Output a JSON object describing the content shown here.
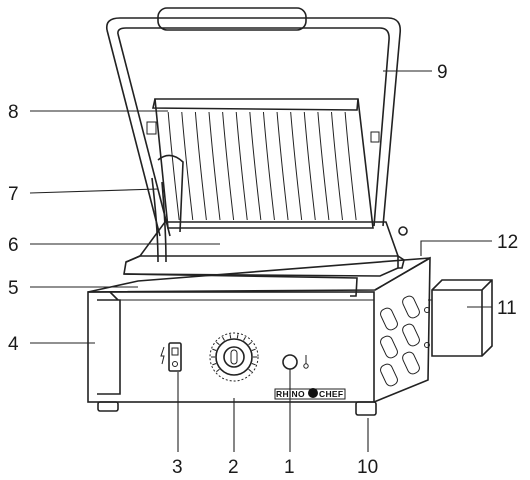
{
  "callouts": {
    "c1": "1",
    "c2": "2",
    "c3": "3",
    "c4": "4",
    "c5": "5",
    "c6": "6",
    "c7": "7",
    "c8": "8",
    "c9": "9",
    "c10": "10",
    "c11": "11",
    "c12": "12"
  },
  "brand": {
    "left": "RHINO",
    "right": "CHEF"
  },
  "colors": {
    "line": "#222222",
    "background": "#ffffff",
    "plate": "#efefef"
  }
}
